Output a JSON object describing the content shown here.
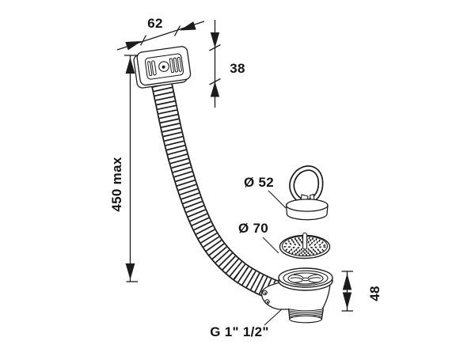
{
  "page": {
    "background": "#ffffff"
  },
  "drawing": {
    "stroke_color": "#1c1c1c",
    "text_color": "#141414",
    "labels": {
      "fitting_width": "62",
      "fitting_height": "38",
      "hose_length": "450 max",
      "plug_diameter": "Ø 52",
      "strainer_diameter": "Ø 70",
      "body_height": "48",
      "thread_size": "G 1\" 1/2\""
    },
    "parts": {
      "overflow_fitting": "overflow-fitting",
      "hose": "corrugated-hose",
      "plug": "sink-plug",
      "strainer": "strainer-basket",
      "drain_body": "drain-waste-body"
    }
  }
}
